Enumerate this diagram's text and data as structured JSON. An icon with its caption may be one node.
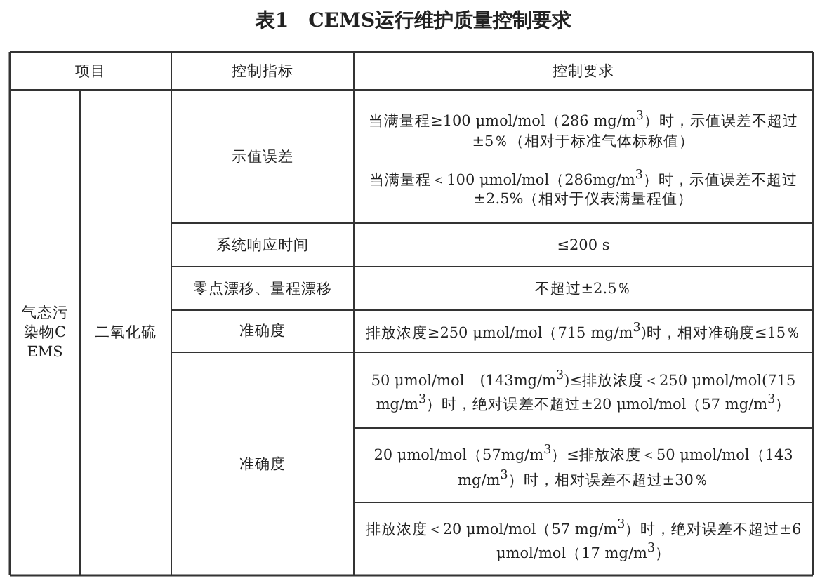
{
  "diagram": {
    "title": "表1　CEMS运行维护质量控制要求",
    "labels": [
      "项目",
      "控制指标",
      "控制要求",
      "气态污染物CEMS",
      "二氧化硫",
      "示值误差",
      "当满量程≥100 μmol/mol（286 mg/m$^{3}$）时，示值误差不超过±5％（相对于标准气体标称值）",
      "当满量程＜100 μmol/mol（286mg/m$^{3}$）时，示值误差不超过±2.5%（相对于仪表满量程值）",
      "系统响应时间",
      "≤200 s",
      "零点漂移、量程漂移",
      "不超过±2.5％",
      "准确度",
      "排放浓度≥250 μmol/mol（715 mg/m$^{3}$)时，相对准确度≤15％",
      "准确度",
      "50 μmol/mol　(143mg/m$^{3}$)≤排放浓度＜250 μmol/mol(715 mg/m$^{3}$）时，绝对误差不超过±20 μmol/mol（57 mg/m$^{3}$）",
      "20 μmol/mol（57mg/m$^{3}$）≤排放浓度＜50 μmol/mol（143 mg/m$^{3}$）时，相对误差不超过±30％",
      "排放浓度＜20 μmol/mol（57 mg/m$^{3}$）时，绝对误差不超过±6 μmol/mol（17 mg/m$^{3}$）"
    ]
  }
}
